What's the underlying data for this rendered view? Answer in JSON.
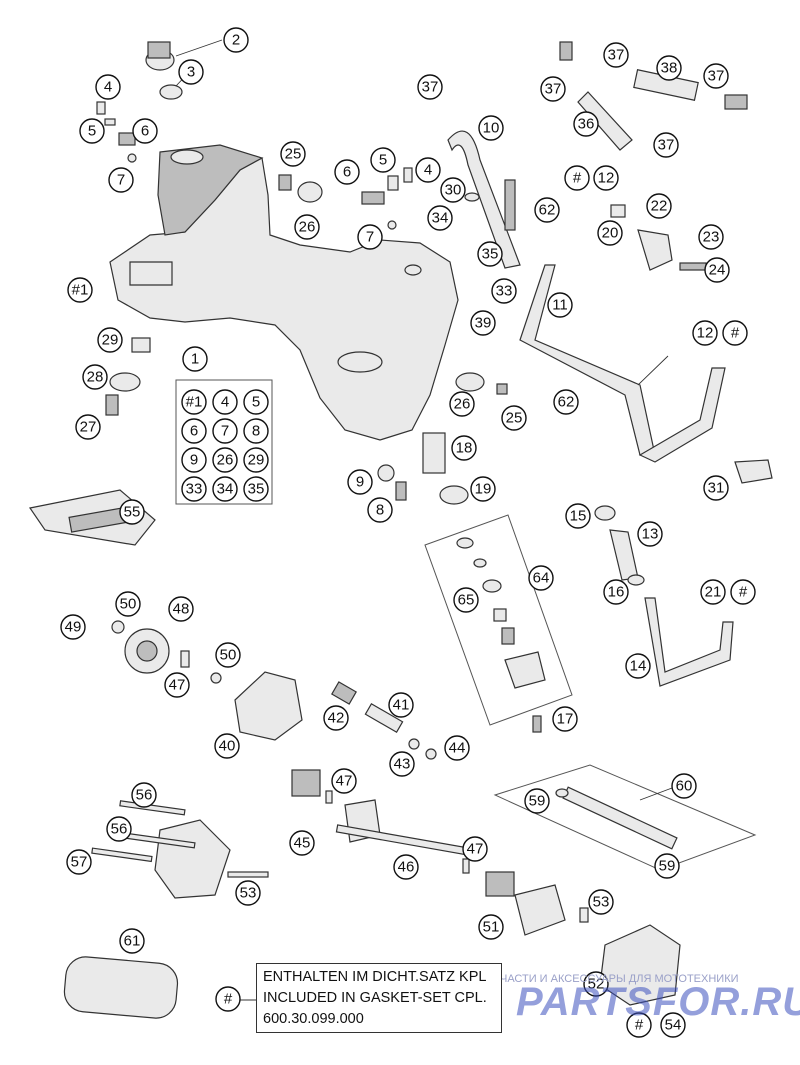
{
  "callouts": {
    "c2": "2",
    "c3": "3",
    "c4a": "4",
    "c5a": "5",
    "c6a": "6",
    "c7a": "7",
    "c25a": "25",
    "c26a": "26",
    "c6b": "6",
    "c5b": "5",
    "c4b": "4",
    "c7b": "7",
    "c30": "30",
    "c34": "34",
    "c35": "35",
    "c33": "33",
    "c39": "39",
    "c37a": "37",
    "c10": "10",
    "c11": "11",
    "c37b": "37",
    "c38": "38",
    "c37c": "37",
    "c37d": "37",
    "c36": "36",
    "c37e": "37",
    "chash1": "#",
    "c12a": "12",
    "c62a": "62",
    "c22": "22",
    "c20": "20",
    "c23": "23",
    "c24": "24",
    "chash_body": "#1",
    "c12b": "12",
    "chash2": "#",
    "c29": "29",
    "c28": "28",
    "c27": "27",
    "c1": "1",
    "c26b": "26",
    "c25b": "25",
    "c62b": "62",
    "c18": "18",
    "c9": "9",
    "c8": "8",
    "c19": "19",
    "c31": "31",
    "c55": "55",
    "c15": "15",
    "c13": "13",
    "c64": "64",
    "c65": "65",
    "c16": "16",
    "c21": "21",
    "chash3": "#",
    "c14": "14",
    "c50a": "50",
    "c48": "48",
    "c49": "49",
    "c50b": "50",
    "c47a": "47",
    "c40": "40",
    "c42": "42",
    "c41": "41",
    "c43": "43",
    "c44": "44",
    "c17": "17",
    "c47b": "47",
    "c45": "45",
    "c46": "46",
    "c47c": "47",
    "c56a": "56",
    "c56b": "56",
    "c57": "57",
    "c53a": "53",
    "c60": "60",
    "c59a": "59",
    "c59b": "59",
    "c51": "51",
    "c53b": "53",
    "c52": "52",
    "c61": "61",
    "chash4": "#",
    "chash5": "#",
    "c54": "54"
  },
  "kit_legend": {
    "title": "1",
    "items": [
      "#1",
      "4",
      "5",
      "6",
      "7",
      "8",
      "9",
      "26",
      "29",
      "33",
      "34",
      "35"
    ]
  },
  "note": {
    "callout": "#",
    "line1": "ENTHALTEN IM DICHT.SATZ KPL",
    "line2": "INCLUDED IN GASKET-SET CPL.",
    "line3": "600.30.099.000"
  },
  "watermark": {
    "top_text": "ЧАСТИ И АКСЕССУАРЫ ДЛЯ МОТОТЕХНИКИ",
    "logo": "PARTSFOR.RU"
  }
}
